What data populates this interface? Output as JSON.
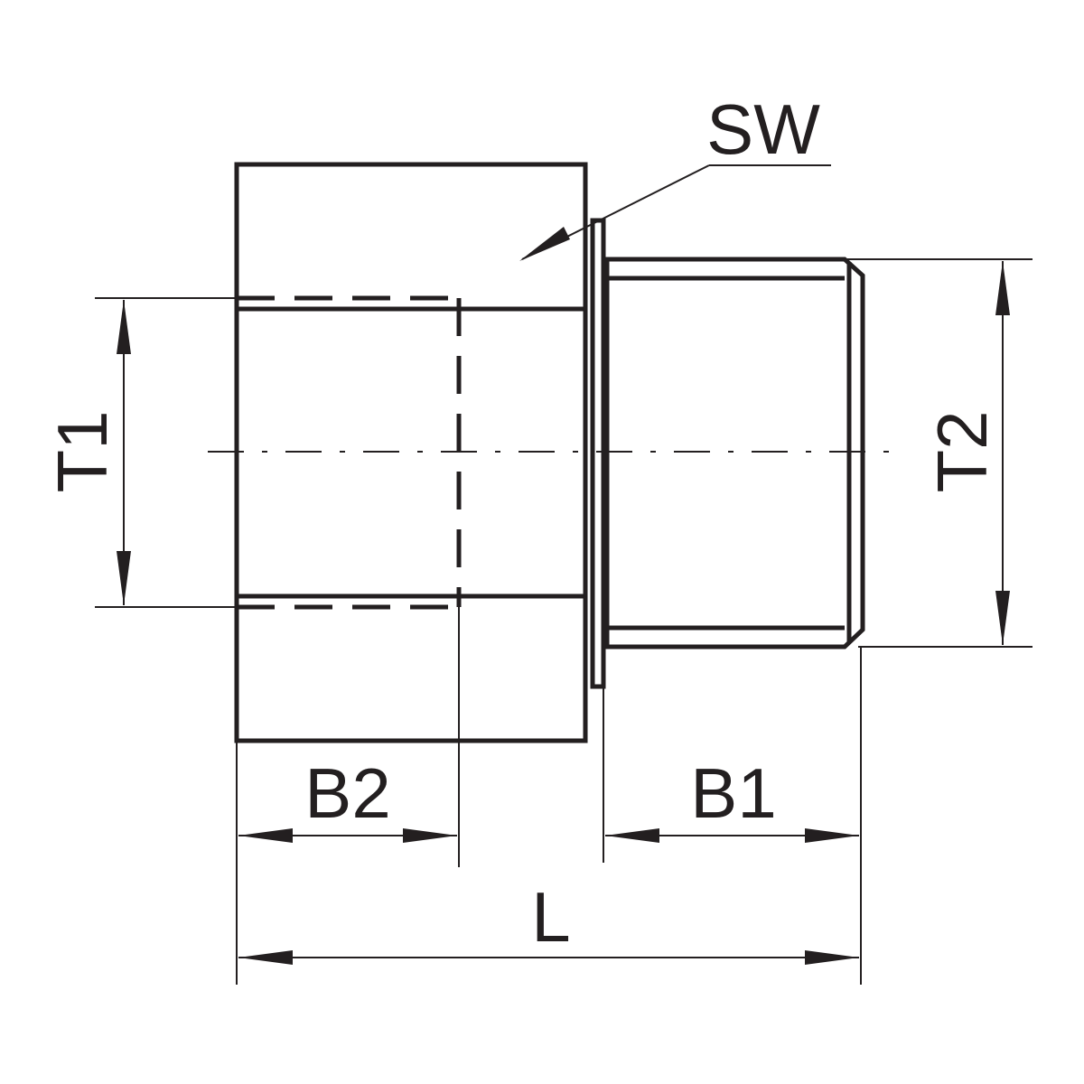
{
  "drawing": {
    "labels": {
      "sw": "SW",
      "t1": "T1",
      "t2": "T2",
      "b2": "B2",
      "b1": "B1",
      "l": "L"
    },
    "line_color": "#231f20"
  }
}
